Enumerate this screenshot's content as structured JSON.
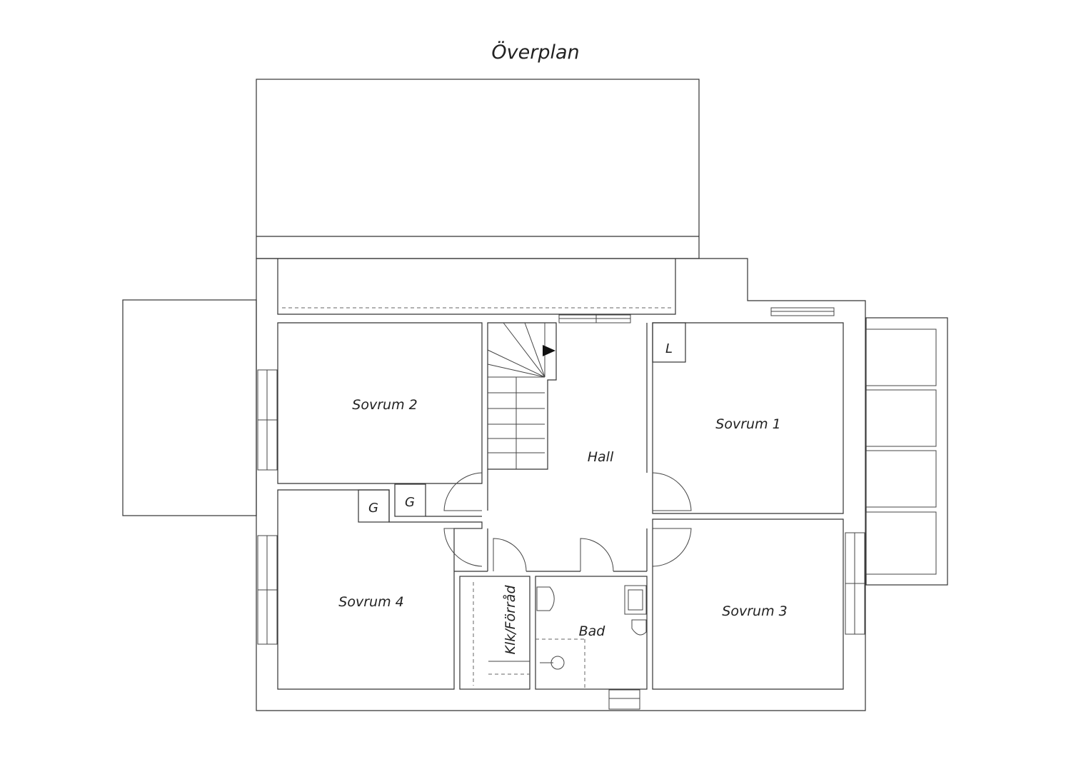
{
  "title": "Överplan",
  "rooms": {
    "sovrum2": "Sovrum 2",
    "sovrum1": "Sovrum 1",
    "sovrum4": "Sovrum 4",
    "sovrum3": "Sovrum 3",
    "hall": "Hall",
    "bad": "Bad",
    "klk_forrad": "Klk/Förråd"
  },
  "markers": {
    "linen": "L",
    "closet_a": "G",
    "closet_b": "G"
  }
}
